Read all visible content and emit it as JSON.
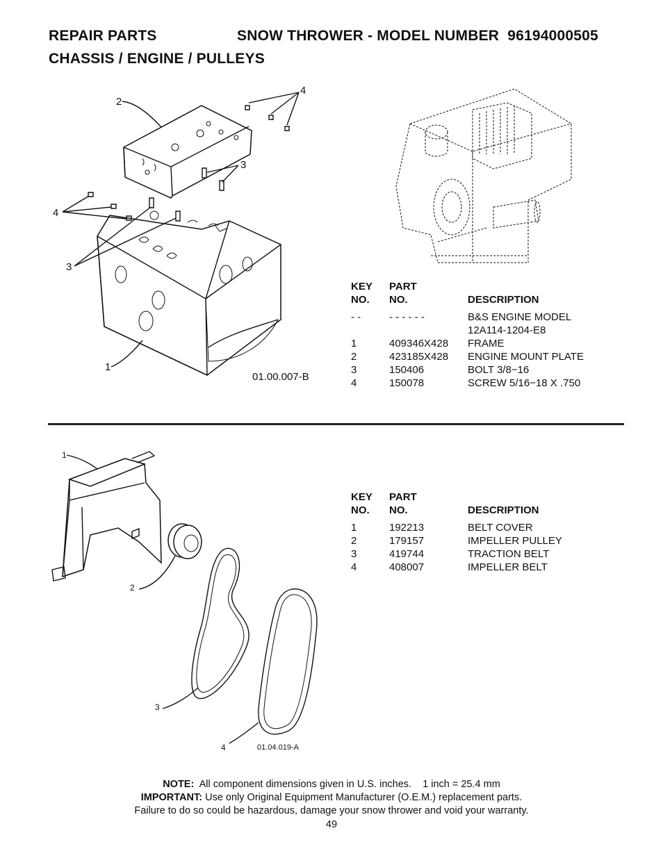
{
  "header": {
    "section": "REPAIR PARTS",
    "product_prefix": "SNOW THROWER - MODEL NUMBER",
    "model_number": "96194000505",
    "subtitle": "CHASSIS / ENGINE / PULLEYS"
  },
  "top": {
    "callouts": [
      "1",
      "2",
      "3",
      "3",
      "4",
      "4"
    ],
    "drawing_id": "01.00.007-B",
    "table_head": {
      "key1": "KEY",
      "key2": "NO.",
      "part1": "PART",
      "part2": "NO.",
      "desc": "DESCRIPTION"
    },
    "rows": [
      {
        "key": "- -",
        "part": "- - - - - -",
        "desc": "B&S ENGINE MODEL"
      },
      {
        "key": "",
        "part": "",
        "desc": "12A114-1204-E8"
      },
      {
        "key": "1",
        "part": "409346X428",
        "desc": "FRAME"
      },
      {
        "key": "2",
        "part": "423185X428",
        "desc": "ENGINE MOUNT PLATE"
      },
      {
        "key": "3",
        "part": "150406",
        "desc": "BOLT 3/8−16"
      },
      {
        "key": "4",
        "part": "150078",
        "desc": "SCREW 5/16−18 X .750"
      }
    ]
  },
  "bottom": {
    "callouts": [
      "1",
      "2",
      "3",
      "4"
    ],
    "drawing_id": "01.04.019-A",
    "table_head": {
      "key1": "KEY",
      "key2": "NO.",
      "part1": "PART",
      "part2": "NO.",
      "desc": "DESCRIPTION"
    },
    "rows": [
      {
        "key": "1",
        "part": "192213",
        "desc": "BELT COVER"
      },
      {
        "key": "2",
        "part": "179157",
        "desc": "IMPELLER PULLEY"
      },
      {
        "key": "3",
        "part": "419744",
        "desc": "TRACTION BELT"
      },
      {
        "key": "4",
        "part": "408007",
        "desc": "IMPELLER BELT"
      }
    ]
  },
  "footer": {
    "note_label": "NOTE:",
    "note_text": "All component dimensions given in U.S. inches.    1 inch = 25.4 mm",
    "important_label": "IMPORTANT:",
    "important_text": "Use only Original Equipment Manufacturer (O.E.M.) replacement parts.",
    "warning": "Failure to do so could be hazardous, damage your snow thrower and void your warranty.",
    "page_number": "49"
  }
}
